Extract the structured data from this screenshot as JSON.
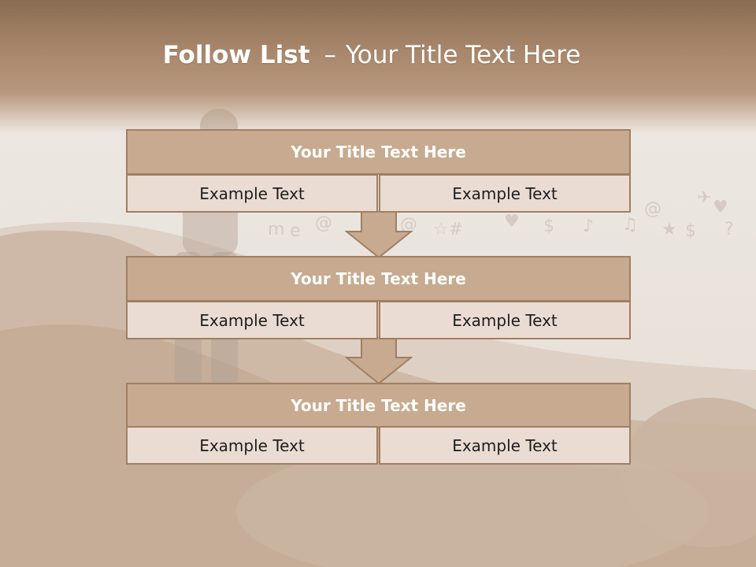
{
  "slide": {
    "title_bold": "Follow List",
    "title_dash": "–",
    "title_rest": "Your Title Text Here"
  },
  "blocks": [
    {
      "heading": "Your Title Text Here",
      "left_text": "Example Text",
      "right_text": "Example Text"
    },
    {
      "heading": "Your Title Text Here",
      "left_text": "Example Text",
      "right_text": "Example Text"
    },
    {
      "heading": "Your Title Text Here",
      "left_text": "Example Text",
      "right_text": "Example Text"
    }
  ],
  "colors": {
    "header_band": "#8a6c52",
    "block_fill": "#c7aa8f",
    "block_border": "#a07f63",
    "cell_fill": "#eadcd3",
    "arrow_fill": "#c7aa8f"
  }
}
